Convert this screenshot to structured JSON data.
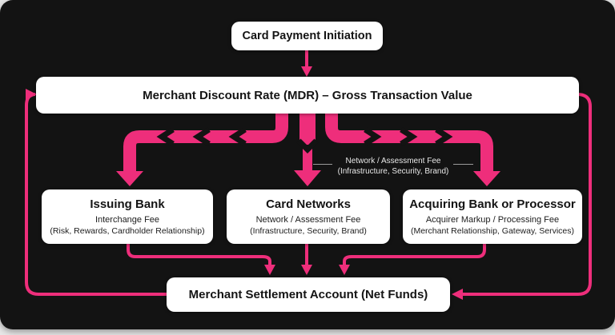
{
  "colors": {
    "panel_background": "#131313",
    "page_background": "#e7e7e7",
    "accent_pink": "#EE2E7B",
    "box_background": "#ffffff",
    "box_text": "#141414",
    "annotation_text": "#e8e8e8"
  },
  "nodes": {
    "initiation": {
      "title": "Card Payment Initiation"
    },
    "mdr": {
      "title": "Merchant Discount Rate (MDR) – Gross Transaction Value"
    },
    "issuing": {
      "title": "Issuing Bank",
      "fee": "Interchange Fee",
      "detail": "(Risk, Rewards, Cardholder Relationship)"
    },
    "networks": {
      "title": "Card Networks",
      "fee": "Network / Assessment Fee",
      "detail": "(Infrastructure, Security, Brand)"
    },
    "acquiring": {
      "title": "Acquiring Bank or Processor",
      "fee": "Acquirer Markup / Processing Fee",
      "detail": "(Merchant Relationship, Gateway, Services)"
    },
    "settlement": {
      "title": "Merchant Settlement Account (Net Funds)"
    }
  },
  "annotation": {
    "line1": "Network / Assessment Fee",
    "line2": "(Infrastructure, Security, Brand)"
  }
}
